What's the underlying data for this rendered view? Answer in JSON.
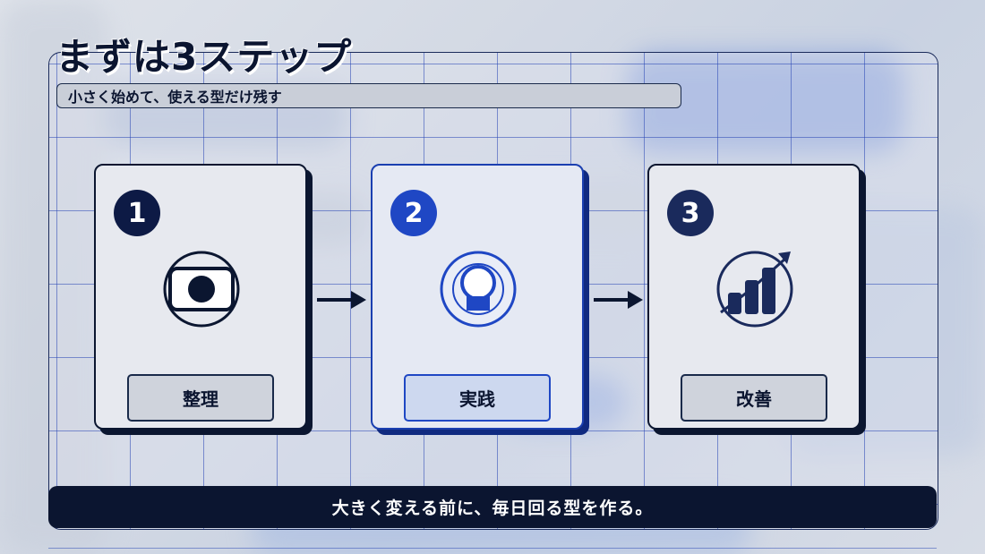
{
  "title": "まずは3ステップ",
  "subtitle": "小さく始めて、使える型だけ残す",
  "steps": [
    {
      "number": "1",
      "label": "整理",
      "icon": "window-dot-icon"
    },
    {
      "number": "2",
      "label": "実践",
      "icon": "lightbulb-icon"
    },
    {
      "number": "3",
      "label": "改善",
      "icon": "growth-chart-icon"
    }
  ],
  "footer": "大きく変える前に、毎日回る型を作る。",
  "colors": {
    "navy": "#0b1530",
    "accent_blue": "#1f47c4",
    "card_bg": "#e7e9ef",
    "label_bg": "#cfd3dc"
  }
}
